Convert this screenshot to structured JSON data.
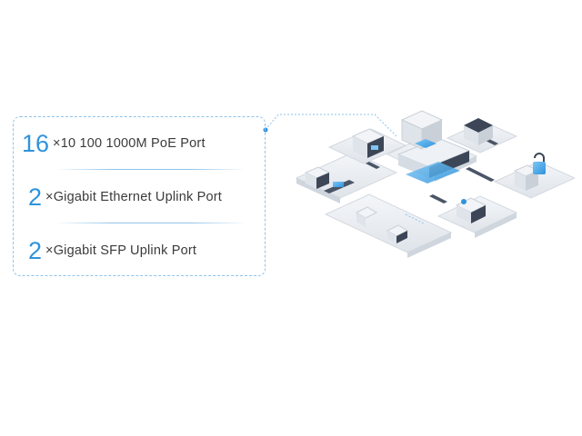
{
  "specs": [
    {
      "count": "16",
      "label": "×10  100  1000M PoE Port"
    },
    {
      "count": "2",
      "label": "×Gigabit Ethernet Uplink Port"
    },
    {
      "count": "2",
      "label": "×Gigabit SFP Uplink Port"
    }
  ],
  "colors": {
    "accent": "#2f93dc",
    "text": "#3b3b3b",
    "border": "#8fc3ea",
    "tile": "#e9edf2",
    "dark": "#3c4656"
  },
  "icons": [
    "network-switch-icon",
    "building-icon",
    "lock-icon",
    "camera-icon",
    "router-icon"
  ]
}
